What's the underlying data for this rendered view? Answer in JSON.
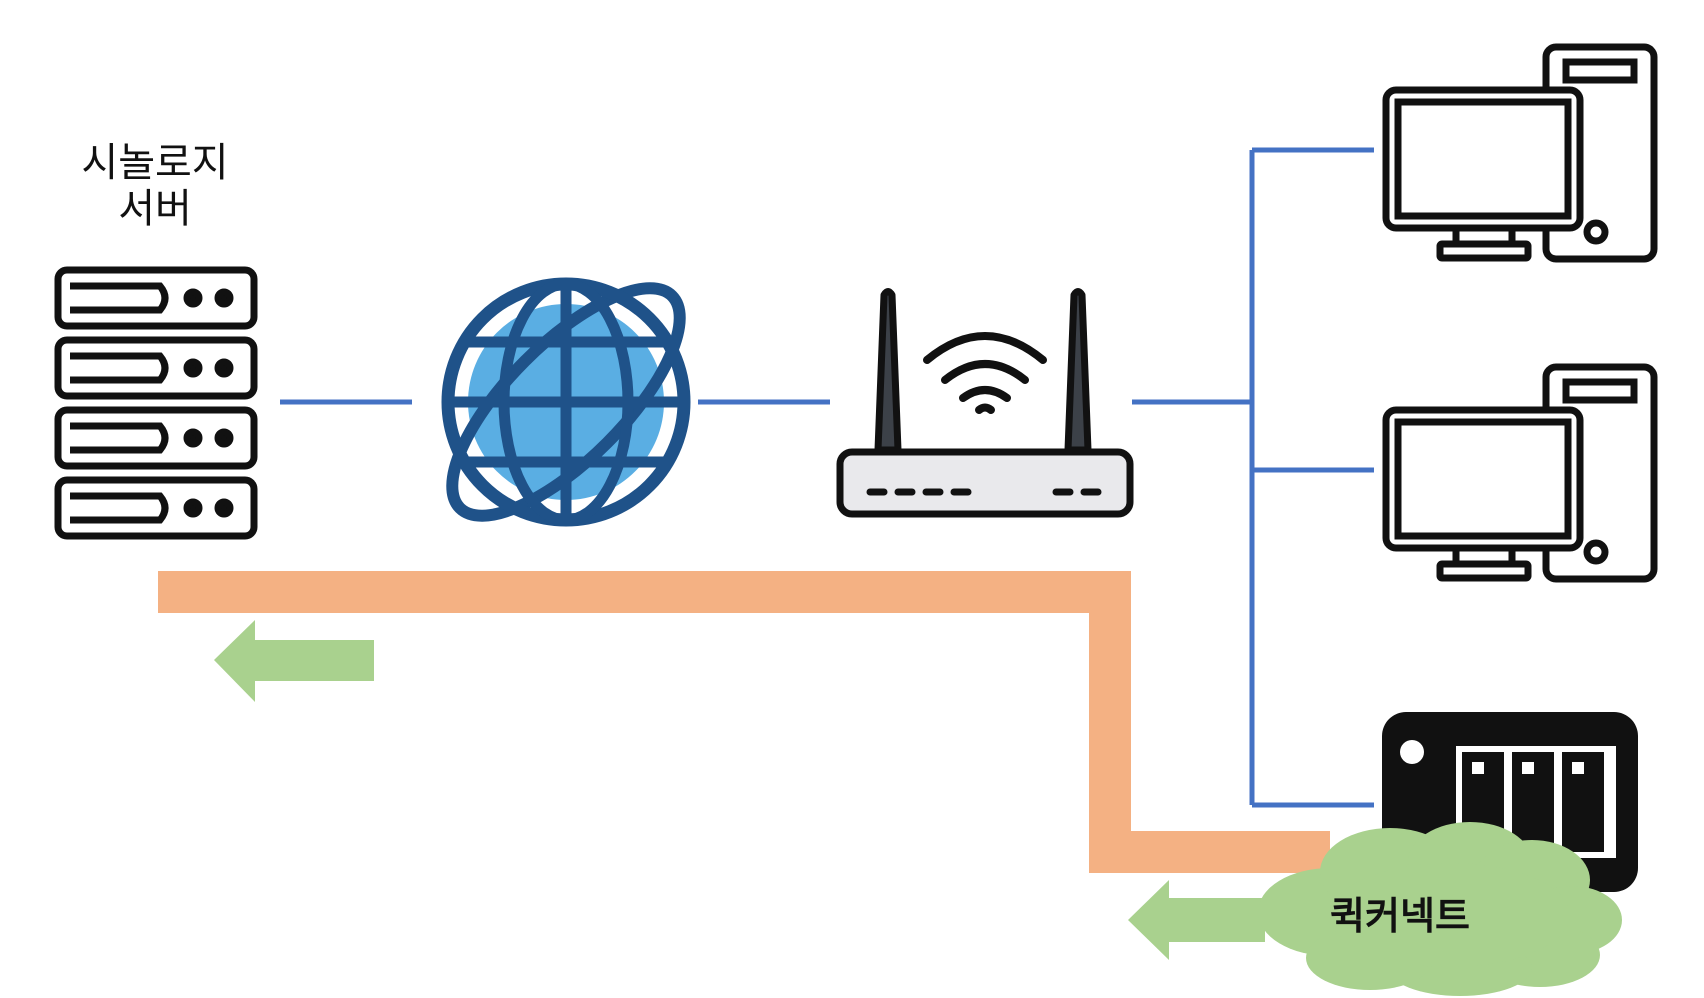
{
  "server_label": {
    "line1": "시놀로지",
    "line2": "서버"
  },
  "cloud_label": "퀵커넥트",
  "nodes": [
    {
      "name": "synology-server",
      "icon": "server-rack-icon"
    },
    {
      "name": "internet",
      "icon": "globe-icon"
    },
    {
      "name": "router",
      "icon": "wifi-router-icon"
    },
    {
      "name": "pc-1",
      "icon": "desktop-computer-icon"
    },
    {
      "name": "pc-2",
      "icon": "desktop-computer-icon"
    },
    {
      "name": "nas",
      "icon": "nas-icon"
    }
  ],
  "colors": {
    "link_line": "#4472c4",
    "route_path": "#f4b183",
    "arrow_and_cloud": "#a9d18e",
    "globe_outline": "#1f5289",
    "globe_fill": "#5aaee3",
    "icon_stroke": "#111111",
    "router_body": "#e9e9ec",
    "antenna": "#3c4148"
  }
}
